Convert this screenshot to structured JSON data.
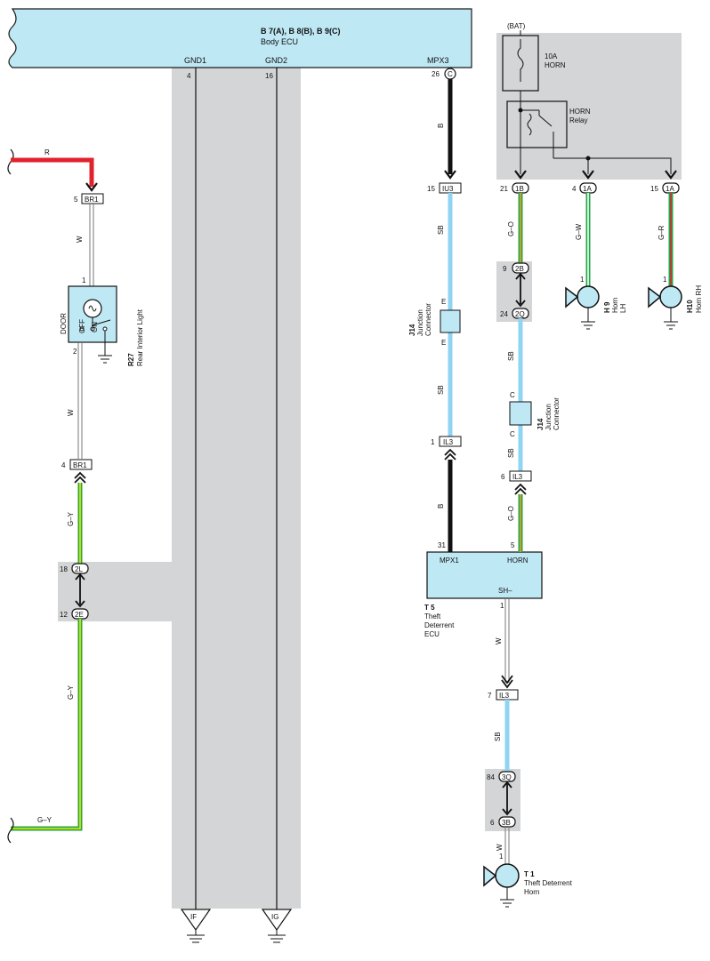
{
  "body_ecu": {
    "title": "B 7(A), B 8(B), B 9(C)",
    "subtitle": "Body ECU",
    "pins": {
      "gnd1": {
        "label": "GND1",
        "num": "4"
      },
      "gnd2": {
        "label": "GND2",
        "num": "16"
      },
      "mpx3": {
        "label": "MPX3",
        "num": "26",
        "conn": "C"
      }
    }
  },
  "left_circuit": {
    "wire_r": "R",
    "br1_top": {
      "label": "BR1",
      "pin": "5"
    },
    "wire_w_top": "W",
    "light": {
      "pin_top": "1",
      "pin_bottom": "2",
      "id": "R27",
      "name": "Rear Interior Light",
      "positions": [
        "DOOR",
        "OFF",
        "ON"
      ]
    },
    "wire_w_mid": "W",
    "br1_bottom": {
      "label": "BR1",
      "pin": "4"
    },
    "wire_gy_1": "G–Y",
    "c2l": {
      "label": "2L",
      "pin": "18"
    },
    "c2e": {
      "label": "2E",
      "pin": "12"
    },
    "wire_gy_2": "G–Y",
    "wire_gy_3": "G–Y"
  },
  "grounds": {
    "if": "IF",
    "ig": "IG"
  },
  "mpx_circuit": {
    "wire_b_top": "B",
    "iu3": {
      "label": "IU3",
      "pin": "15"
    },
    "wire_sb_1": "SB",
    "j14": {
      "id": "J14",
      "name_1": "Junction",
      "name_2": "Connector",
      "pin": "E"
    },
    "wire_sb_2": "SB",
    "il3": {
      "label": "IL3",
      "pin": "1"
    },
    "wire_b_bottom": "B"
  },
  "theft_ecu": {
    "mpx1": "MPX1",
    "mpx1_pin": "31",
    "horn": "HORN",
    "horn_pin": "5",
    "sh": "SH–",
    "sh_pin": "1",
    "id": "T 5",
    "name_1": "Theft",
    "name_2": "Deterrent",
    "name_3": "ECU"
  },
  "horn_circuit": {
    "bat": "(BAT)",
    "fuse": {
      "rating": "10A",
      "name": "HORN"
    },
    "relay": {
      "name_1": "HORN",
      "name_2": "Relay"
    },
    "c1b": {
      "label": "1B",
      "pin": "21"
    },
    "c1a_lh": {
      "label": "1A",
      "pin": "4"
    },
    "c1a_rh": {
      "label": "1A",
      "pin": "15"
    },
    "wire_go_1": "G–O",
    "wire_gw": "G–W",
    "wire_gr": "G–R",
    "c2b": {
      "label": "2B",
      "pin": "9"
    },
    "c2q": {
      "label": "2Q",
      "pin": "24"
    },
    "wire_sb_3": "SB",
    "j14c": {
      "id": "J14",
      "name_1": "Junction",
      "name_2": "Connector",
      "pin": "C"
    },
    "wire_sb_4": "SB",
    "il3b": {
      "label": "IL3",
      "pin": "6"
    },
    "wire_go_2": "G–O",
    "horn_lh": {
      "pin": "1",
      "id": "H 9",
      "name_1": "Horn",
      "name_2": "LH"
    },
    "horn_rh": {
      "pin": "1",
      "id": "H10",
      "name": "Horn RH"
    }
  },
  "theft_horn": {
    "wire_w": "W",
    "il3c": {
      "label": "IL3",
      "pin": "7"
    },
    "wire_sb": "SB",
    "c3q": {
      "label": "3Q",
      "pin": "84"
    },
    "c3b": {
      "label": "3B",
      "pin": "6"
    },
    "wire_w2": "W",
    "pin_1": "1",
    "id": "T 1",
    "name_1": "Theft Deterrent",
    "name_2": "Horn"
  },
  "colors": {
    "ecu_fill": "#bfe8f5",
    "shade": "#d4d5d6",
    "red": "#e2212d",
    "green": "#23a84a",
    "yellow": "#f2e600",
    "orange": "#f39a1e",
    "sky": "#8fd4f2"
  }
}
